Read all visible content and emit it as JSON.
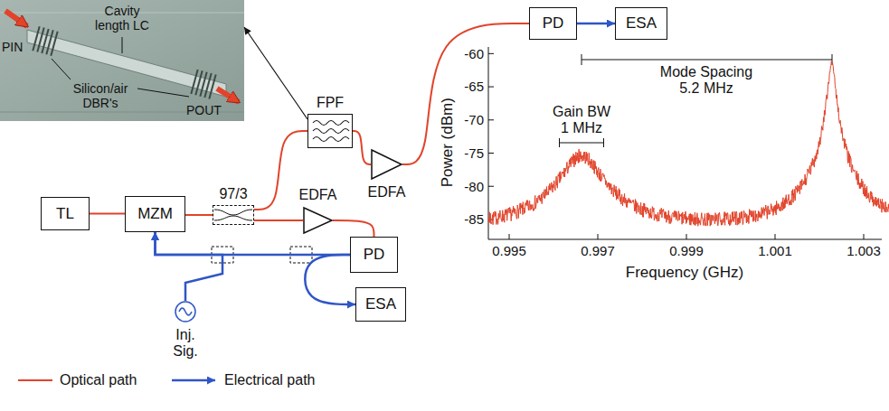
{
  "diagram": {
    "nodes": [
      {
        "text": [
          "PIN",
          "Cavity length LC",
          "Silicon/air DBR's",
          "POUT"
        ]
      },
      {
        "text": [
          "PD"
        ]
      },
      {
        "text": [
          "ESA"
        ]
      },
      {
        "text": [
          "FPF"
        ]
      },
      {
        "text": [
          "EDFA"
        ]
      },
      {
        "text": [
          "TL"
        ]
      },
      {
        "text": [
          "MZM"
        ]
      },
      {
        "text": [
          "97/3"
        ]
      },
      {
        "text": [
          "EDFA"
        ]
      },
      {
        "text": [
          "PD"
        ]
      },
      {
        "text": [
          "ESA"
        ]
      },
      {
        "text": [
          "Inj. Sig."
        ]
      }
    ],
    "edges": [
      {
        "from": 3,
        "to": 0,
        "arrow": "to"
      },
      {
        "from": 1,
        "to": 2,
        "arrow": "to"
      },
      {
        "from": 4,
        "to": 1,
        "arrow": "none"
      },
      {
        "from": 3,
        "to": 4,
        "arrow": "none"
      },
      {
        "from": 5,
        "to": 6,
        "arrow": "none"
      },
      {
        "from": 6,
        "to": 7,
        "arrow": "none"
      },
      {
        "from": 7,
        "to": 3,
        "arrow": "none"
      },
      {
        "from": 7,
        "to": 8,
        "arrow": "none"
      },
      {
        "from": 8,
        "to": 9,
        "arrow": "none"
      },
      {
        "from": 9,
        "to": 10,
        "arrow": "to"
      },
      {
        "from": 9,
        "to": 6,
        "arrow": "to"
      },
      {
        "from": 11,
        "to": 6,
        "arrow": "to"
      }
    ],
    "labels": [
      "Power (dBm)",
      "-60",
      "-65",
      "-70",
      "-75",
      "-80",
      "-85",
      "0.995",
      "0.997",
      "0.999",
      "1.001",
      "1.003",
      "Frequency (GHz)",
      "Mode Spacing",
      "5.2 MHz",
      "Gain BW",
      "1 MHz"
    ],
    "legend": [
      {
        "text": "Optical path"
      },
      {
        "text": "Electrical path"
      }
    ]
  }
}
